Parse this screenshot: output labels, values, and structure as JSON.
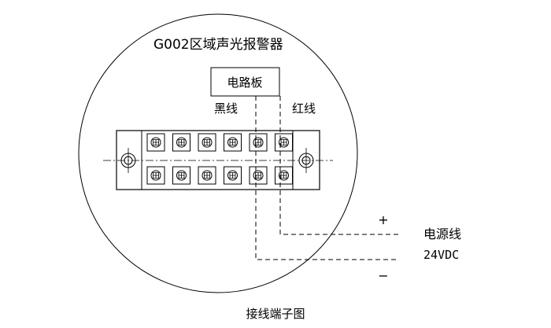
{
  "enclosure_title": "G002区域声光报警器",
  "circuit_board_label": "电路板",
  "wire_left_label": "黑线",
  "wire_right_label": "红线",
  "terminal_count_per_row": 6,
  "plus_sign": "+",
  "minus_sign": "−",
  "power_line_label": "电源线",
  "power_voltage_label": "24VDC",
  "caption": "接线端子图"
}
